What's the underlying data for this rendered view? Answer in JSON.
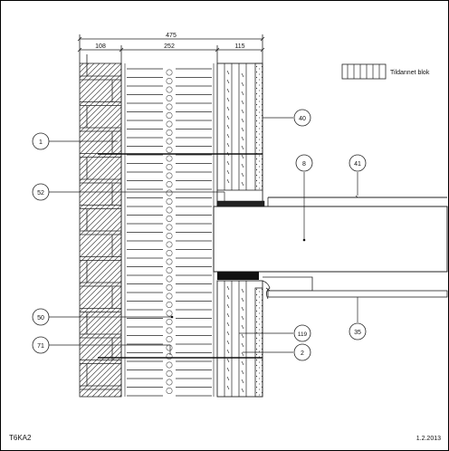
{
  "sheet": {
    "code": "T6KA2",
    "date": "1.2.2013"
  },
  "dimensions": {
    "total": "475",
    "brick": "108",
    "insulation": "252",
    "inner": "115"
  },
  "legend": {
    "label": "Tildannet blok"
  },
  "callouts": {
    "c1": "1",
    "c2": "2",
    "c35": "35",
    "c40": "40",
    "c41": "41",
    "c50": "50",
    "c52": "52",
    "c71": "71",
    "c8": "8",
    "c119": "119"
  }
}
